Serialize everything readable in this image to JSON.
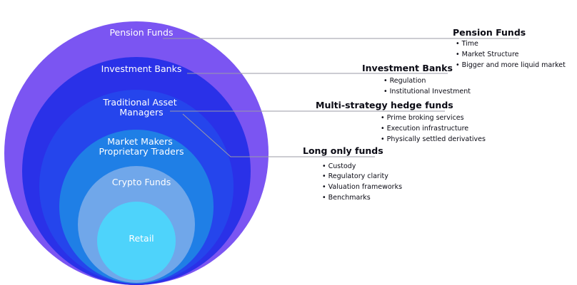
{
  "colors": {
    "ring_pension": "#7b55f2",
    "ring_investment": "#2a31e8",
    "ring_traditional": "#2545ec",
    "ring_market_makers": "#1f7fe6",
    "ring_crypto": "#70a7ea",
    "ring_retail": "#4ed3fb",
    "connector": "#9a9aa6",
    "text_dark": "#0a0a14"
  },
  "rings": [
    {
      "id": "pension",
      "label_lines": [
        "Pension Funds"
      ]
    },
    {
      "id": "investment",
      "label_lines": [
        "Investment Banks"
      ]
    },
    {
      "id": "traditional",
      "label_lines": [
        "Traditional Asset",
        "Managers"
      ]
    },
    {
      "id": "market-makers",
      "label_lines": [
        "Market Makers",
        "Proprietary Traders"
      ]
    },
    {
      "id": "crypto",
      "label_lines": [
        "Crypto Funds"
      ]
    },
    {
      "id": "retail",
      "label_lines": [
        "Retail"
      ]
    }
  ],
  "callouts": [
    {
      "id": "pension",
      "title": "Pension Funds",
      "bullets": [
        "Time",
        "Market Structure",
        "Bigger and more liquid market"
      ]
    },
    {
      "id": "investment",
      "title": "Investment Banks",
      "bullets": [
        "Regulation",
        "Institutional Investment"
      ]
    },
    {
      "id": "hedge",
      "title": "Multi-strategy hedge funds",
      "bullets": [
        "Prime broking services",
        "Execution infrastructure",
        "Physically settled derivatives"
      ]
    },
    {
      "id": "long-only",
      "title": "Long only funds",
      "bullets": [
        "Custody",
        "Regulatory clarity",
        "Valuation frameworks",
        "Benchmarks"
      ]
    }
  ]
}
